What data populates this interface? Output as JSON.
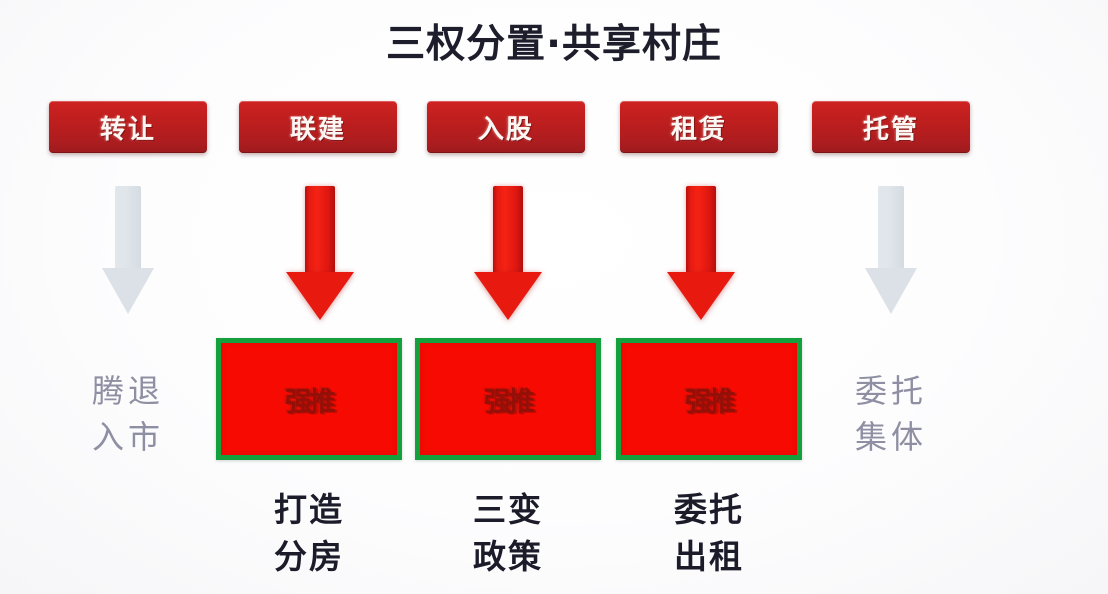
{
  "page": {
    "title": "三权分置·共享村庄",
    "background_color": "#ffffff",
    "accent_red": "#c62020",
    "box_red": "#f60a02",
    "box_green_border": "#14a03c",
    "gray_text": "#8f8fa3",
    "dark_text": "#1b1b2a"
  },
  "columns": [
    {
      "id": "col-1",
      "pill_label": "转让",
      "arrow": {
        "type": "down-arrow-gray",
        "color": "#dbe1e7"
      },
      "box": null,
      "side_label": {
        "line1": "腾退",
        "line2": "入市"
      },
      "bottom_label": null
    },
    {
      "id": "col-2",
      "pill_label": "联建",
      "arrow": {
        "type": "down-arrow-red",
        "color": "#e8190f"
      },
      "box": {
        "text": "强推"
      },
      "side_label": null,
      "bottom_label": {
        "line1": "打造",
        "line2": "分房"
      }
    },
    {
      "id": "col-3",
      "pill_label": "入股",
      "arrow": {
        "type": "down-arrow-red",
        "color": "#e8190f"
      },
      "box": {
        "text": "强推"
      },
      "side_label": null,
      "bottom_label": {
        "line1": "三变",
        "line2": "政策"
      }
    },
    {
      "id": "col-4",
      "pill_label": "租赁",
      "arrow": {
        "type": "down-arrow-red",
        "color": "#e8190f"
      },
      "box": {
        "text": "强推"
      },
      "side_label": null,
      "bottom_label": {
        "line1": "委托",
        "line2": "出租"
      }
    },
    {
      "id": "col-5",
      "pill_label": "托管",
      "arrow": {
        "type": "down-arrow-gray",
        "color": "#dbe1e7"
      },
      "box": null,
      "side_label": {
        "line1": "委托",
        "line2": "集体"
      },
      "bottom_label": null
    }
  ]
}
